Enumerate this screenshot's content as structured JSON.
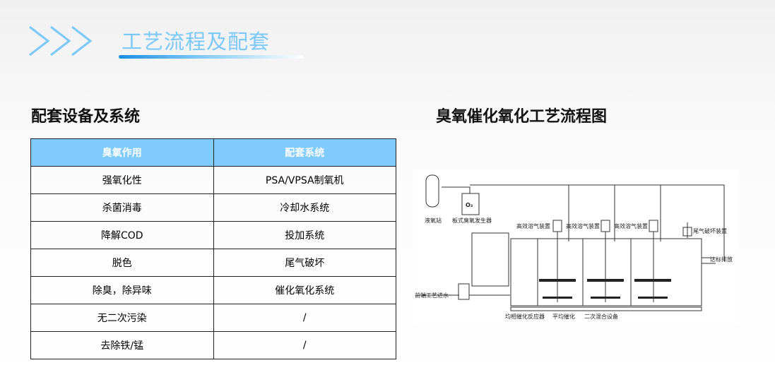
{
  "header": {
    "title": "工艺流程及配套"
  },
  "left": {
    "heading": "配套设备及系统",
    "table": {
      "columns": [
        "臭氧作用",
        "配套系统"
      ],
      "rows": [
        [
          "强氧化性",
          "PSA/VPSA制氧机"
        ],
        [
          "杀菌消毒",
          "冷却水系统"
        ],
        [
          "降解COD",
          "投加系统"
        ],
        [
          "脱色",
          "尾气破坏"
        ],
        [
          "除臭，除异味",
          "催化氧化系统"
        ],
        [
          "无二次污染",
          "/"
        ],
        [
          "去除铁/锰",
          "/"
        ]
      ]
    }
  },
  "right": {
    "heading": "臭氧催化氧化工艺流程图",
    "diagram": {
      "o3": "O₃",
      "labels": {
        "station": "液氧站",
        "generator": "板式臭氧发生器",
        "dissolver1": "高效溶气装置",
        "dissolver2": "高效溶气装置",
        "dissolver3": "高效溶气装置",
        "tail": "尾气破坏装置",
        "discharge": "达标排放",
        "inlet": "前端工艺进水",
        "reactor": "均相催化反应器",
        "catalysis": "平均催化",
        "mixer": "二次混合设备"
      }
    }
  }
}
